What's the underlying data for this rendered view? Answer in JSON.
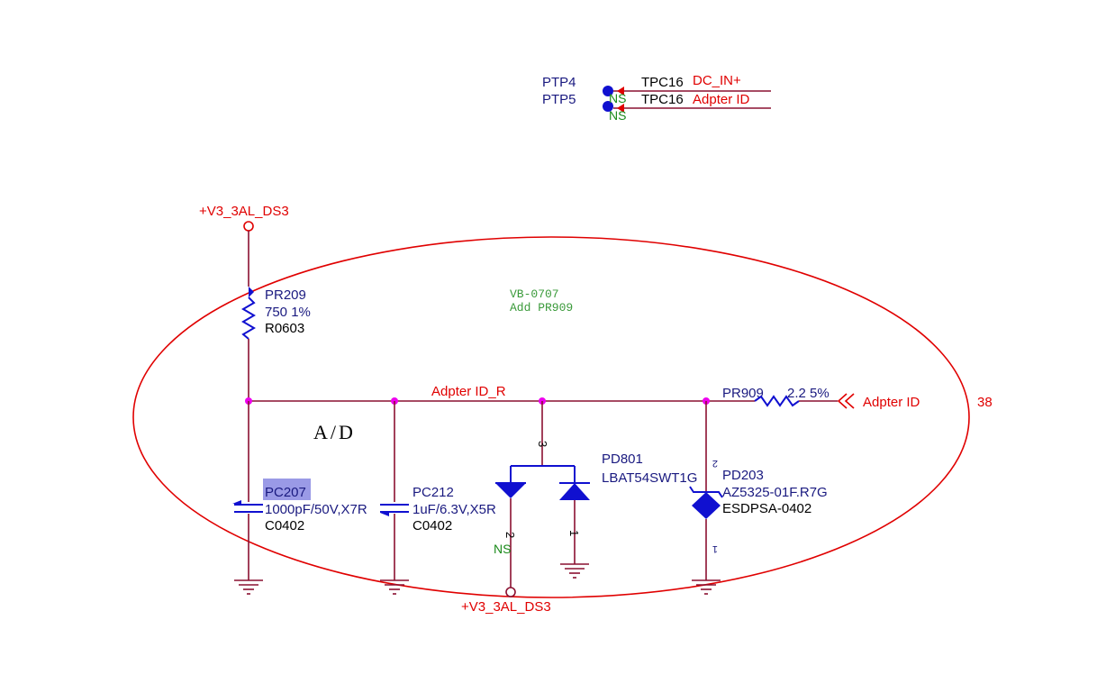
{
  "test_points": {
    "ptp4_ref": "PTP4",
    "ptp5_ref": "PTP5",
    "ptp4_value": "TPC16",
    "ptp5_value": "TPC16",
    "ptp4_net": "DC_IN+",
    "ptp5_net": "Adpter ID",
    "ptp4_ns": "NS",
    "ptp5_ns": "NS"
  },
  "power": {
    "top_rail": "+V3_3AL_DS3",
    "bottom_rail": "+V3_3AL_DS3"
  },
  "resistor_pr209": {
    "ref": "PR209",
    "value": "750 1%",
    "package": "R0603"
  },
  "resistor_pr909": {
    "ref": "PR909",
    "value": "2.2 5%"
  },
  "net_labels": {
    "internal": "Adpter ID_R",
    "offpage": "Adpter ID",
    "page_ref": "38"
  },
  "note": {
    "line1": "VB-0707",
    "line2": "Add PR909"
  },
  "section_label": "A/D",
  "cap_pc207": {
    "ref": "PC207",
    "value": "1000pF/50V,X7R",
    "package": "C0402"
  },
  "cap_pc212": {
    "ref": "PC212",
    "value": "1uF/6.3V,X5R",
    "package": "C0402"
  },
  "diode_pd801": {
    "ref": "PD801",
    "part": "LBAT54SWT1G",
    "pin3": "3",
    "pin2": "2",
    "pin1": "1",
    "ns": "NS"
  },
  "diode_pd203": {
    "ref": "PD203",
    "part": "AZ5325-01F.R7G",
    "package": "ESDPSA-0402",
    "pin2": "2",
    "pin1": "1"
  },
  "colors": {
    "wire": "#8a1030",
    "component": "#1010d0",
    "net_label": "#e00000",
    "junction": "#ee00ee",
    "highlight": "#9a9ae6"
  }
}
